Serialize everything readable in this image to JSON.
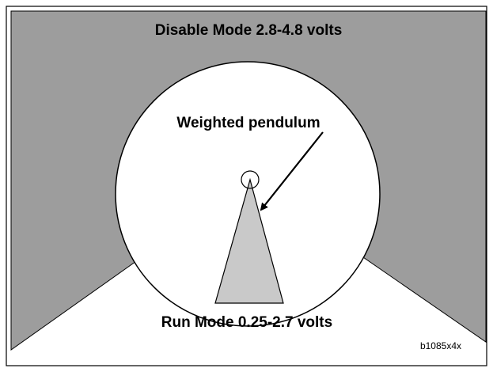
{
  "labels": {
    "disable_mode": "Disable Mode 2.8-4.8 volts",
    "weighted_pendulum": "Weighted pendulum",
    "run_mode": "Run Mode 0.25-2.7 volts",
    "figure_id": "b1085x4x"
  },
  "colors": {
    "disable_region": "#9d9d9d",
    "pendulum_fill": "#c9c9c9",
    "outline": "#000000",
    "background": "#ffffff"
  }
}
